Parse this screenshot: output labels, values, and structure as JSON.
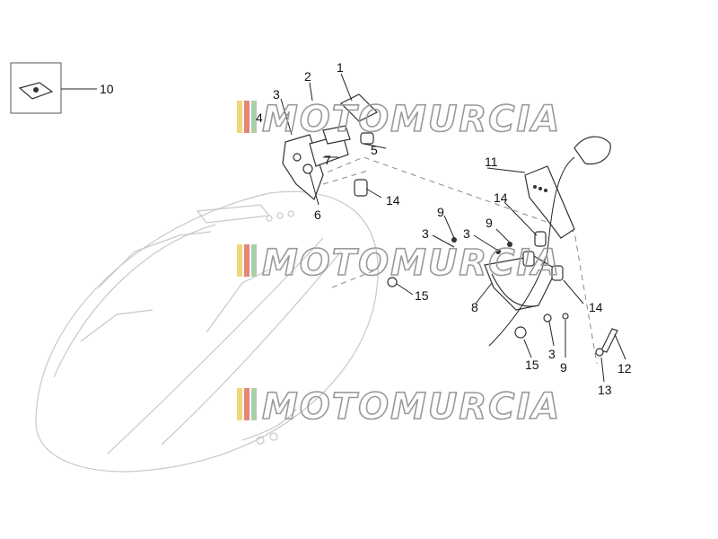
{
  "diagram": {
    "callouts": [
      {
        "id": "c1",
        "text": "1"
      },
      {
        "id": "c2",
        "text": "2"
      },
      {
        "id": "c3a",
        "text": "3"
      },
      {
        "id": "c3b",
        "text": "3"
      },
      {
        "id": "c3c",
        "text": "3"
      },
      {
        "id": "c3d",
        "text": "3"
      },
      {
        "id": "c4",
        "text": "4"
      },
      {
        "id": "c5",
        "text": "5"
      },
      {
        "id": "c6",
        "text": "6"
      },
      {
        "id": "c7",
        "text": "7"
      },
      {
        "id": "c8",
        "text": "8"
      },
      {
        "id": "c9a",
        "text": "9"
      },
      {
        "id": "c9b",
        "text": "9"
      },
      {
        "id": "c9c",
        "text": "9"
      },
      {
        "id": "c10",
        "text": "10"
      },
      {
        "id": "c11",
        "text": "11"
      },
      {
        "id": "c12",
        "text": "12"
      },
      {
        "id": "c13",
        "text": "13"
      },
      {
        "id": "c14a",
        "text": "14"
      },
      {
        "id": "c14b",
        "text": "14"
      },
      {
        "id": "c14c",
        "text": "14"
      },
      {
        "id": "c15a",
        "text": "15"
      },
      {
        "id": "c15b",
        "text": "15"
      }
    ],
    "watermark": "MOTOMURCIA",
    "colors": {
      "stripe_yellow": "#f0d060",
      "stripe_red": "#e07060",
      "stripe_green": "#9cc89a",
      "ghost_outline": "#c8c8c8",
      "ink": "#222222"
    }
  }
}
